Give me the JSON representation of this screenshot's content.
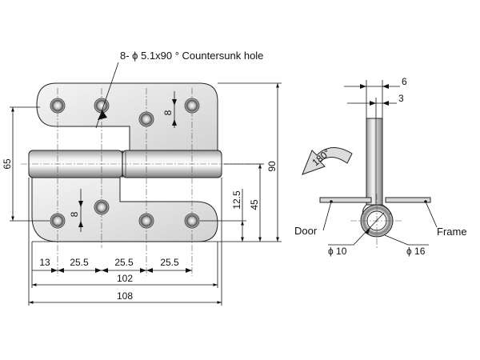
{
  "drawing": {
    "hole_callout": "8- ϕ 5.1x90 ° Countersunk hole",
    "colors": {
      "line": "#111111",
      "plate_light": "#eeeeee",
      "plate_dark": "#c9c9c9",
      "hole": "#555555",
      "arrow": "#d8d8d8"
    },
    "front_view": {
      "dims": {
        "overall_width": "108",
        "hole_span": "102",
        "edge_offset": "13",
        "pitch_1": "25.5",
        "pitch_2": "25.5",
        "pitch_3": "25.5",
        "plate_height": "90",
        "leaf_height": "65",
        "pin_center_height": "45",
        "hole_row_offset": "12.5",
        "hole_stagger_top": "8",
        "hole_stagger_bottom": "8"
      }
    },
    "side_view": {
      "dims": {
        "outer_width": "6",
        "inner_width": "3"
      },
      "rotation_label": "180°",
      "label_door": "Door",
      "label_frame": "Frame",
      "dia_pin": "ϕ 10",
      "dia_knuckle": "ϕ 16"
    }
  }
}
